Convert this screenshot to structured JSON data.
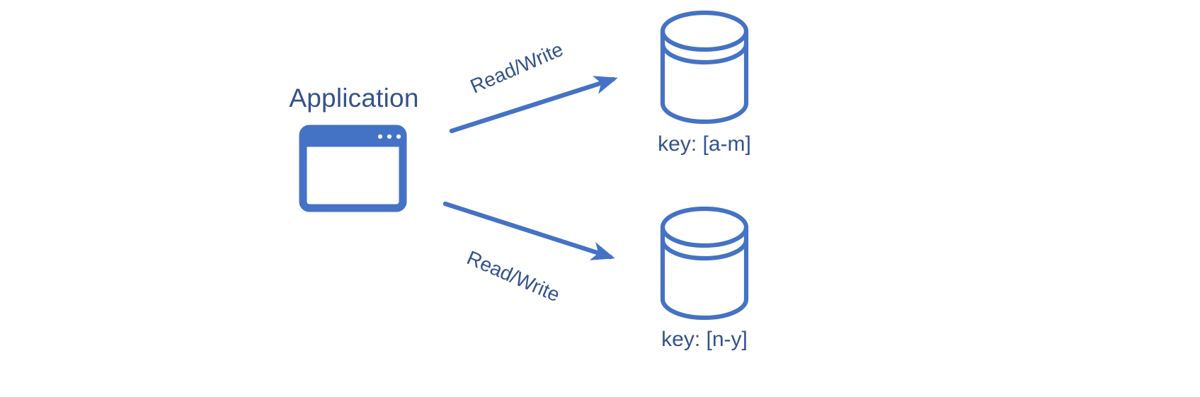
{
  "diagram": {
    "title_text": "Application",
    "background_color": "#ffffff",
    "accent_color": "#4472c4",
    "text_color": "#33528c",
    "nodes": [
      {
        "id": "application",
        "label": "Application",
        "icon": "app-window-icon",
        "type": "application"
      },
      {
        "id": "shard-a-m",
        "label": "key: [a-m]",
        "icon": "database-cylinder-icon",
        "type": "database"
      },
      {
        "id": "shard-n-y",
        "label": "key: [n-y]",
        "icon": "database-cylinder-icon",
        "type": "database"
      }
    ],
    "edges": [
      {
        "id": "edge-app-to-a-m",
        "label": "Read/Write",
        "from": "application",
        "to": "shard-a-m",
        "direction": "to",
        "rotation_deg": -23.5
      },
      {
        "id": "edge-app-to-n-y",
        "label": "Read/Write",
        "from": "application",
        "to": "shard-n-y",
        "direction": "to",
        "rotation_deg": 23.5
      }
    ],
    "window_icon": {
      "dots": [
        "dot",
        "dot",
        "dot"
      ],
      "dot_color": "#ffffff",
      "titlebar_color": "#4472c4"
    }
  }
}
